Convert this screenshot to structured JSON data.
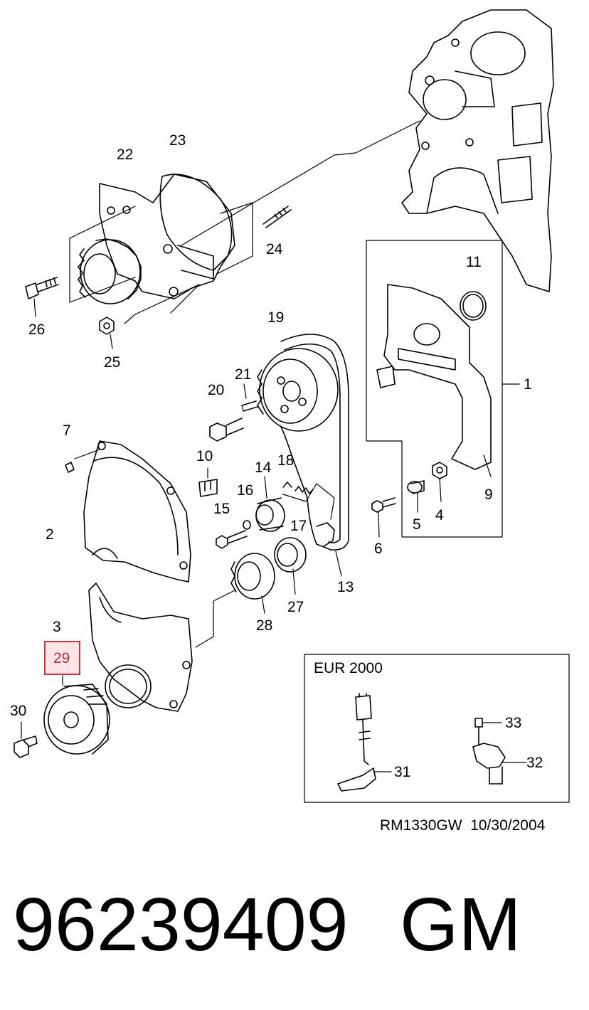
{
  "callouts": {
    "c1": "1",
    "c2": "2",
    "c3": "3",
    "c4": "4",
    "c5": "5",
    "c6": "6",
    "c7": "7",
    "c9": "9",
    "c10": "10",
    "c11": "11",
    "c13": "13",
    "c14": "14",
    "c15": "15",
    "c16": "16",
    "c17": "17",
    "c18": "18",
    "c19": "19",
    "c20": "20",
    "c21": "21",
    "c22": "22",
    "c23": "23",
    "c24": "24",
    "c25": "25",
    "c26": "26",
    "c27": "27",
    "c28": "28",
    "c29": "29",
    "c30": "30",
    "c31": "31",
    "c32": "32",
    "c33": "33"
  },
  "highlighted_callout": "29",
  "inset_title": "EUR 2000",
  "drawing_ref": "RM1330GW  10/30/2004",
  "part_number": "96239409",
  "brand": "GM",
  "colors": {
    "highlight_border": "#d03040",
    "highlight_fill": "#fde4e6",
    "line": "#000000"
  }
}
